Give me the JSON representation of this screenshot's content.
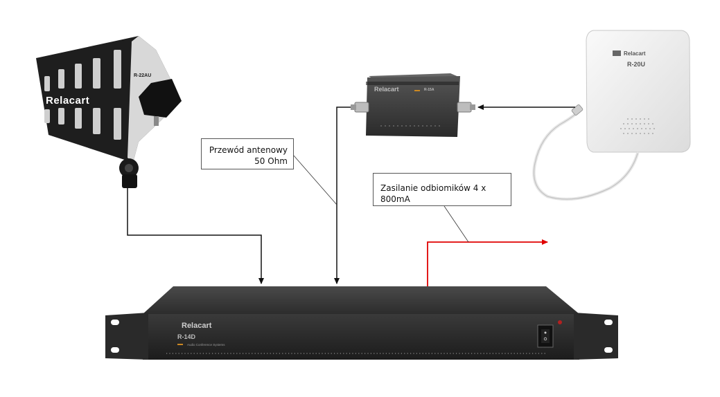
{
  "cable_label": {
    "line1": "Przewód antenowy",
    "line2": "50 Ohm"
  },
  "power_label": {
    "text": "Zasilanie odbiomików 4 x 800mA"
  },
  "devices": {
    "antenna_left": {
      "brand": "Relacart",
      "model": "R-22AU"
    },
    "booster": {
      "brand": "Relacart",
      "model": "R-15A"
    },
    "antenna_right": {
      "brand": "Relacart",
      "model": "R-20U"
    },
    "distributor": {
      "brand": "Relacart",
      "model": "R-14D",
      "subtitle": "Audio Conference Systems"
    }
  },
  "colors": {
    "signal_line": "#111111",
    "power_line": "#e00000",
    "device_dark": "#2a2a2a",
    "antenna_white": "#f2f2f2"
  }
}
